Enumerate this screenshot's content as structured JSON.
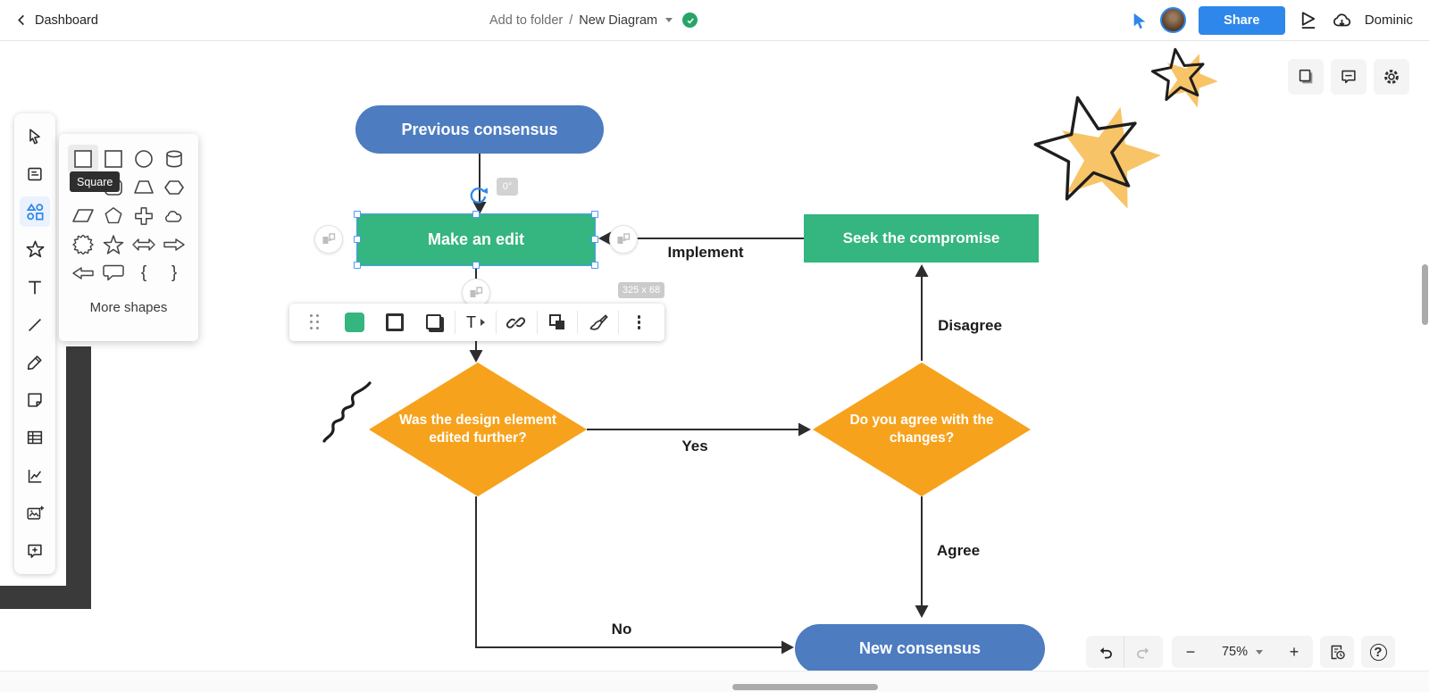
{
  "colors": {
    "blue": "#4d7cc0",
    "green": "#35b57f",
    "orange": "#f7a21c",
    "star": "#f8c468",
    "selection": "#4c9aff",
    "accent": "#2e87ea",
    "ink": "#2d2d2d"
  },
  "header": {
    "back_label": "Dashboard",
    "add_to_folder": "Add to folder",
    "separator": "/",
    "doc_title": "New Diagram",
    "share_label": "Share",
    "user_name": "Dominic"
  },
  "sidebar": {
    "tools": [
      "select",
      "notes",
      "shapes",
      "favorites",
      "text",
      "line",
      "pencil",
      "sticky-note",
      "table",
      "chart",
      "image",
      "comment"
    ]
  },
  "palette": {
    "tooltip": "Square",
    "more_shapes_label": "More shapes",
    "brace_left": "{",
    "brace_right": "}",
    "shapes": [
      "square",
      "square",
      "circle",
      "cylinder",
      "hidden",
      "hidden",
      "trapezoid",
      "hexagon",
      "parallelogram",
      "pentagon",
      "cross",
      "cloud",
      "burst",
      "star",
      "double-arrow",
      "arrow-right",
      "arrow-left",
      "callout",
      "brace-left",
      "brace-right"
    ]
  },
  "diagram": {
    "nodes": {
      "previous": "Previous consensus",
      "make_edit": "Make an edit",
      "seek": "Seek the compromise",
      "design_q": "Was the design element edited further?",
      "agree_q": "Do you agree with the changes?",
      "new_consensus": "New consensus"
    },
    "edges": {
      "implement": "Implement",
      "disagree": "Disagree",
      "yes": "Yes",
      "agree": "Agree",
      "no": "No"
    },
    "selection": {
      "size_badge": "325 x 68",
      "rotation_badge": "0°"
    }
  },
  "shape_toolbar": {
    "text_label": "T"
  },
  "controls": {
    "zoom_out": "−",
    "zoom_level": "75%",
    "zoom_in": "+",
    "help": "?"
  }
}
